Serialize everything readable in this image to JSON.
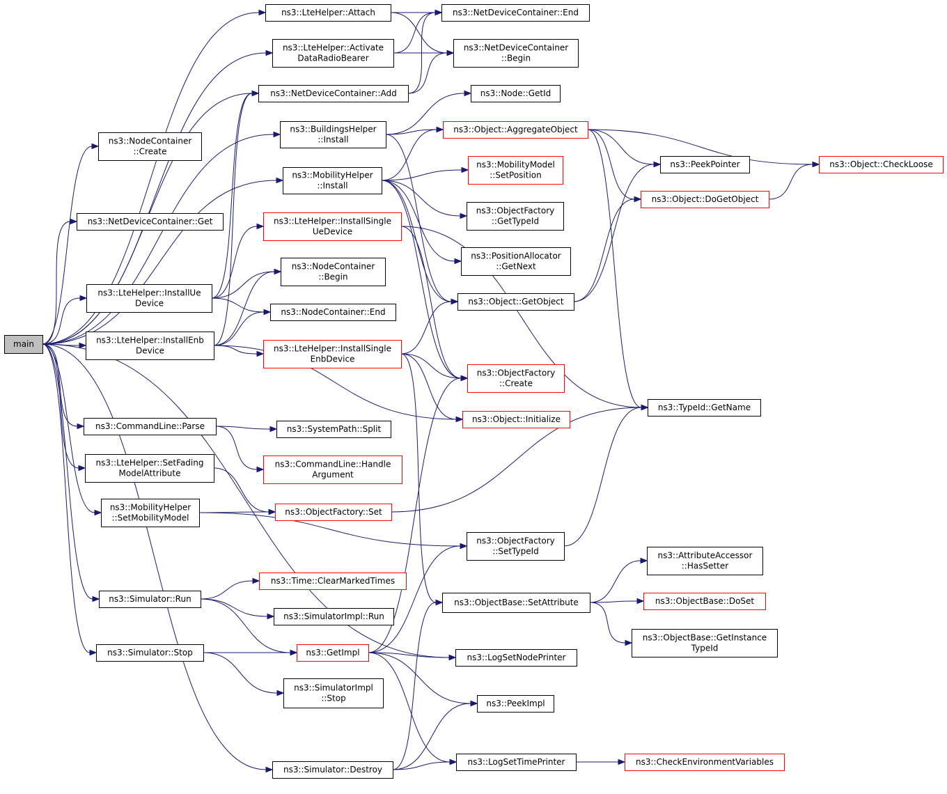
{
  "nodes": [
    {
      "id": "main",
      "lines": [
        "main"
      ],
      "root": true
    },
    {
      "id": "attach",
      "lines": [
        "ns3::LteHelper::Attach"
      ]
    },
    {
      "id": "ndc_end",
      "lines": [
        "ns3::NetDeviceContainer::End"
      ]
    },
    {
      "id": "activate",
      "lines": [
        "ns3::LteHelper::Activate",
        "DataRadioBearer"
      ]
    },
    {
      "id": "ndc_begin",
      "lines": [
        "ns3::NetDeviceContainer",
        "::Begin"
      ]
    },
    {
      "id": "ndc_add",
      "lines": [
        "ns3::NetDeviceContainer::Add"
      ]
    },
    {
      "id": "node_getid",
      "lines": [
        "ns3::Node::GetId"
      ]
    },
    {
      "id": "nc_create",
      "lines": [
        "ns3::NodeContainer",
        "::Create"
      ]
    },
    {
      "id": "bh_install",
      "lines": [
        "ns3::BuildingsHelper",
        "::Install"
      ]
    },
    {
      "id": "obj_aggregate",
      "lines": [
        "ns3::Object::AggregateObject"
      ],
      "truncated": true
    },
    {
      "id": "peekpointer",
      "lines": [
        "ns3::PeekPointer"
      ]
    },
    {
      "id": "obj_checkloose",
      "lines": [
        "ns3::Object::CheckLoose"
      ],
      "truncated": true
    },
    {
      "id": "mh_install",
      "lines": [
        "ns3::MobilityHelper",
        "::Install"
      ]
    },
    {
      "id": "mm_setpos",
      "lines": [
        "ns3::MobilityModel",
        "::SetPosition"
      ],
      "truncated": true
    },
    {
      "id": "obj_dogetobject",
      "lines": [
        "ns3::Object::DoGetObject"
      ],
      "truncated": true
    },
    {
      "id": "ndc_get",
      "lines": [
        "ns3::NetDeviceContainer::Get"
      ]
    },
    {
      "id": "lte_installsingleue",
      "lines": [
        "ns3::LteHelper::InstallSingle",
        "UeDevice"
      ],
      "truncated": true
    },
    {
      "id": "of_gettypeid",
      "lines": [
        "ns3::ObjectFactory",
        "::GetTypeId"
      ]
    },
    {
      "id": "pa_getnext",
      "lines": [
        "ns3::PositionAllocator",
        "::GetNext"
      ]
    },
    {
      "id": "nc_begin",
      "lines": [
        "ns3::NodeContainer",
        "::Begin"
      ]
    },
    {
      "id": "lte_installue",
      "lines": [
        "ns3::LteHelper::InstallUe",
        "Device"
      ]
    },
    {
      "id": "obj_getobject",
      "lines": [
        "ns3::Object::GetObject"
      ]
    },
    {
      "id": "nc_end",
      "lines": [
        "ns3::NodeContainer::End"
      ]
    },
    {
      "id": "lte_installenb",
      "lines": [
        "ns3::LteHelper::InstallEnb",
        "Device"
      ]
    },
    {
      "id": "lte_installsingleenb",
      "lines": [
        "ns3::LteHelper::InstallSingle",
        "EnbDevice"
      ],
      "truncated": true
    },
    {
      "id": "of_create",
      "lines": [
        "ns3::ObjectFactory",
        "::Create"
      ],
      "truncated": true
    },
    {
      "id": "typeid_getname",
      "lines": [
        "ns3::TypeId::GetName"
      ]
    },
    {
      "id": "obj_initialize",
      "lines": [
        "ns3::Object::Initialize"
      ],
      "truncated": true
    },
    {
      "id": "cl_parse",
      "lines": [
        "ns3::CommandLine::Parse"
      ]
    },
    {
      "id": "sp_split",
      "lines": [
        "ns3::SystemPath::Split"
      ]
    },
    {
      "id": "lte_setfading",
      "lines": [
        "ns3::LteHelper::SetFading",
        "ModelAttribute"
      ]
    },
    {
      "id": "cl_handlearg",
      "lines": [
        "ns3::CommandLine::Handle",
        "Argument"
      ],
      "truncated": true
    },
    {
      "id": "mh_setmobility",
      "lines": [
        "ns3::MobilityHelper",
        "::SetMobilityModel"
      ]
    },
    {
      "id": "of_set",
      "lines": [
        "ns3::ObjectFactory::Set"
      ],
      "truncated": true
    },
    {
      "id": "of_settypeid",
      "lines": [
        "ns3::ObjectFactory",
        "::SetTypeId"
      ]
    },
    {
      "id": "aa_hassetter",
      "lines": [
        "ns3::AttributeAccessor",
        "::HasSetter"
      ]
    },
    {
      "id": "time_clearmarked",
      "lines": [
        "ns3::Time::ClearMarkedTimes"
      ],
      "truncated": true
    },
    {
      "id": "sim_run",
      "lines": [
        "ns3::Simulator::Run"
      ]
    },
    {
      "id": "ob_setattribute",
      "lines": [
        "ns3::ObjectBase::SetAttribute"
      ]
    },
    {
      "id": "ob_doset",
      "lines": [
        "ns3::ObjectBase::DoSet"
      ],
      "truncated": true
    },
    {
      "id": "simimpl_run",
      "lines": [
        "ns3::SimulatorImpl::Run"
      ]
    },
    {
      "id": "ob_getinstancetypeid",
      "lines": [
        "ns3::ObjectBase::GetInstance",
        "TypeId"
      ]
    },
    {
      "id": "sim_stop",
      "lines": [
        "ns3::Simulator::Stop"
      ]
    },
    {
      "id": "getimpl",
      "lines": [
        "ns3::GetImpl"
      ],
      "truncated": true
    },
    {
      "id": "logsetnodeprinter",
      "lines": [
        "ns3::LogSetNodePrinter"
      ]
    },
    {
      "id": "simimpl_stop",
      "lines": [
        "ns3::SimulatorImpl",
        "::Stop"
      ]
    },
    {
      "id": "peekimpl",
      "lines": [
        "ns3::PeekImpl"
      ]
    },
    {
      "id": "sim_destroy",
      "lines": [
        "ns3::Simulator::Destroy"
      ]
    },
    {
      "id": "logsettimeprinter",
      "lines": [
        "ns3::LogSetTimePrinter"
      ]
    },
    {
      "id": "checkenv",
      "lines": [
        "ns3::CheckEnvironmentVariables"
      ],
      "truncated": true
    }
  ],
  "edges": [
    {
      "from": "main",
      "to": "attach"
    },
    {
      "from": "main",
      "to": "activate"
    },
    {
      "from": "main",
      "to": "ndc_add"
    },
    {
      "from": "main",
      "to": "nc_create"
    },
    {
      "from": "main",
      "to": "bh_install"
    },
    {
      "from": "main",
      "to": "mh_install"
    },
    {
      "from": "main",
      "to": "ndc_get"
    },
    {
      "from": "main",
      "to": "lte_installue"
    },
    {
      "from": "main",
      "to": "lte_installenb"
    },
    {
      "from": "main",
      "to": "cl_parse"
    },
    {
      "from": "main",
      "to": "lte_setfading"
    },
    {
      "from": "main",
      "to": "mh_setmobility"
    },
    {
      "from": "main",
      "to": "sim_run"
    },
    {
      "from": "main",
      "to": "sim_stop"
    },
    {
      "from": "main",
      "to": "logsetnodeprinter"
    },
    {
      "from": "main",
      "to": "sim_destroy"
    },
    {
      "from": "attach",
      "to": "ndc_end"
    },
    {
      "from": "attach",
      "to": "ndc_begin"
    },
    {
      "from": "activate",
      "to": "ndc_end"
    },
    {
      "from": "activate",
      "to": "ndc_begin"
    },
    {
      "from": "ndc_add",
      "to": "ndc_end"
    },
    {
      "from": "ndc_add",
      "to": "ndc_begin"
    },
    {
      "from": "bh_install",
      "to": "node_getid"
    },
    {
      "from": "bh_install",
      "to": "obj_aggregate"
    },
    {
      "from": "bh_install",
      "to": "obj_getobject"
    },
    {
      "from": "obj_aggregate",
      "to": "peekpointer"
    },
    {
      "from": "obj_aggregate",
      "to": "obj_checkloose"
    },
    {
      "from": "obj_aggregate",
      "to": "obj_dogetobject"
    },
    {
      "from": "obj_aggregate",
      "to": "typeid_getname"
    },
    {
      "from": "obj_dogetobject",
      "to": "obj_checkloose"
    },
    {
      "from": "mh_install",
      "to": "obj_aggregate"
    },
    {
      "from": "mh_install",
      "to": "mm_setpos"
    },
    {
      "from": "mh_install",
      "to": "of_gettypeid"
    },
    {
      "from": "mh_install",
      "to": "pa_getnext"
    },
    {
      "from": "mh_install",
      "to": "obj_getobject"
    },
    {
      "from": "mh_install",
      "to": "of_create"
    },
    {
      "from": "obj_getobject",
      "to": "peekpointer"
    },
    {
      "from": "obj_getobject",
      "to": "obj_dogetobject"
    },
    {
      "from": "lte_installsingleue",
      "to": "of_create"
    },
    {
      "from": "lte_installsingleue",
      "to": "typeid_getname"
    },
    {
      "from": "lte_installue",
      "to": "ndc_add"
    },
    {
      "from": "lte_installue",
      "to": "lte_installsingleue"
    },
    {
      "from": "lte_installue",
      "to": "nc_begin"
    },
    {
      "from": "lte_installue",
      "to": "nc_end"
    },
    {
      "from": "lte_installenb",
      "to": "ndc_add"
    },
    {
      "from": "lte_installenb",
      "to": "nc_begin"
    },
    {
      "from": "lte_installenb",
      "to": "nc_end"
    },
    {
      "from": "lte_installenb",
      "to": "lte_installsingleenb"
    },
    {
      "from": "lte_installenb",
      "to": "obj_initialize"
    },
    {
      "from": "lte_installsingleenb",
      "to": "obj_getobject"
    },
    {
      "from": "lte_installsingleenb",
      "to": "of_create"
    },
    {
      "from": "lte_installsingleenb",
      "to": "obj_initialize"
    },
    {
      "from": "lte_installsingleenb",
      "to": "ob_setattribute"
    },
    {
      "from": "cl_parse",
      "to": "sp_split"
    },
    {
      "from": "cl_parse",
      "to": "cl_handlearg"
    },
    {
      "from": "lte_setfading",
      "to": "of_set"
    },
    {
      "from": "mh_setmobility",
      "to": "of_set"
    },
    {
      "from": "mh_setmobility",
      "to": "of_settypeid"
    },
    {
      "from": "of_set",
      "to": "typeid_getname"
    },
    {
      "from": "of_settypeid",
      "to": "typeid_getname"
    },
    {
      "from": "ob_setattribute",
      "to": "aa_hassetter"
    },
    {
      "from": "ob_setattribute",
      "to": "ob_doset"
    },
    {
      "from": "ob_setattribute",
      "to": "ob_getinstancetypeid"
    },
    {
      "from": "sim_run",
      "to": "time_clearmarked"
    },
    {
      "from": "sim_run",
      "to": "simimpl_run"
    },
    {
      "from": "sim_run",
      "to": "getimpl"
    },
    {
      "from": "sim_stop",
      "to": "getimpl"
    },
    {
      "from": "sim_stop",
      "to": "simimpl_stop"
    },
    {
      "from": "getimpl",
      "to": "of_create"
    },
    {
      "from": "getimpl",
      "to": "of_settypeid"
    },
    {
      "from": "getimpl",
      "to": "logsetnodeprinter"
    },
    {
      "from": "getimpl",
      "to": "peekimpl"
    },
    {
      "from": "getimpl",
      "to": "logsettimeprinter"
    },
    {
      "from": "sim_destroy",
      "to": "peekimpl"
    },
    {
      "from": "sim_destroy",
      "to": "logsettimeprinter"
    },
    {
      "from": "sim_destroy",
      "to": "ob_setattribute"
    },
    {
      "from": "logsettimeprinter",
      "to": "checkenv"
    }
  ],
  "colors": {
    "edge": "#191970",
    "box_border": "#000000",
    "truncated_border": "#ff0000",
    "root_fill": "#bfbfbf",
    "background": "#ffffff"
  }
}
